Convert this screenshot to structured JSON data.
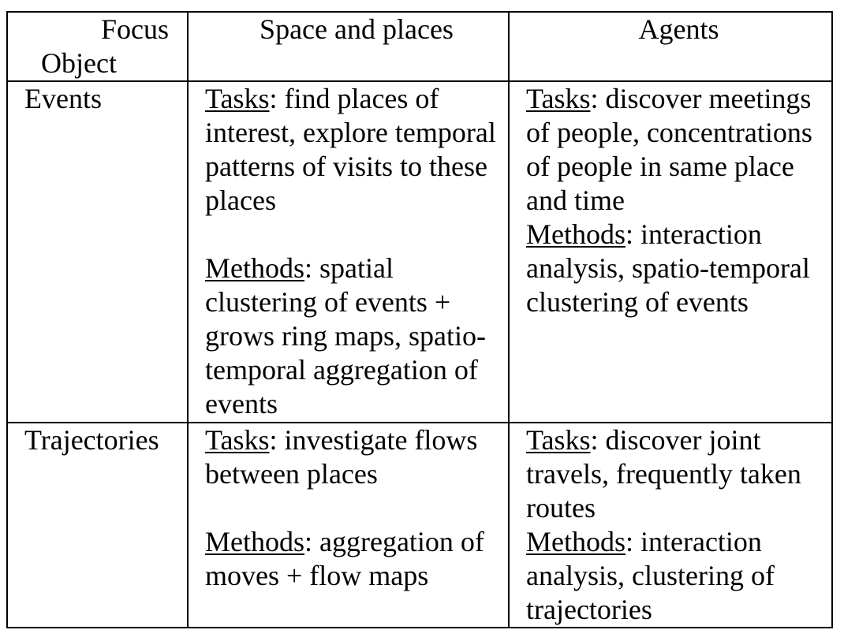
{
  "header": {
    "corner_top": "Focus",
    "corner_bottom": "Object",
    "col1": "Space and places",
    "col2": "Agents"
  },
  "rows": [
    {
      "label": "Events",
      "space": {
        "tasks_label": "Tasks",
        "tasks_text": ": find places of interest, explore temporal patterns of visits to these places",
        "methods_label": "Methods",
        "methods_text": ": spatial clustering of events + grows ring maps, spatio-temporal aggregation of events"
      },
      "agents": {
        "tasks_label": "Tasks",
        "tasks_text": ": discover meetings of people, concentrations of people in same place and time",
        "methods_label": "Methods",
        "methods_text": ": interaction analysis, spatio-temporal clustering of events"
      }
    },
    {
      "label": "Trajectories",
      "space": {
        "tasks_label": "Tasks",
        "tasks_text": ": investigate flows between places",
        "methods_label": "Methods",
        "methods_text": ": aggregation of moves + flow maps"
      },
      "agents": {
        "tasks_label": "Tasks",
        "tasks_text": ": discover joint travels, frequently taken routes",
        "methods_label": "Methods",
        "methods_text": ": interaction analysis, clustering of trajectories"
      }
    }
  ]
}
